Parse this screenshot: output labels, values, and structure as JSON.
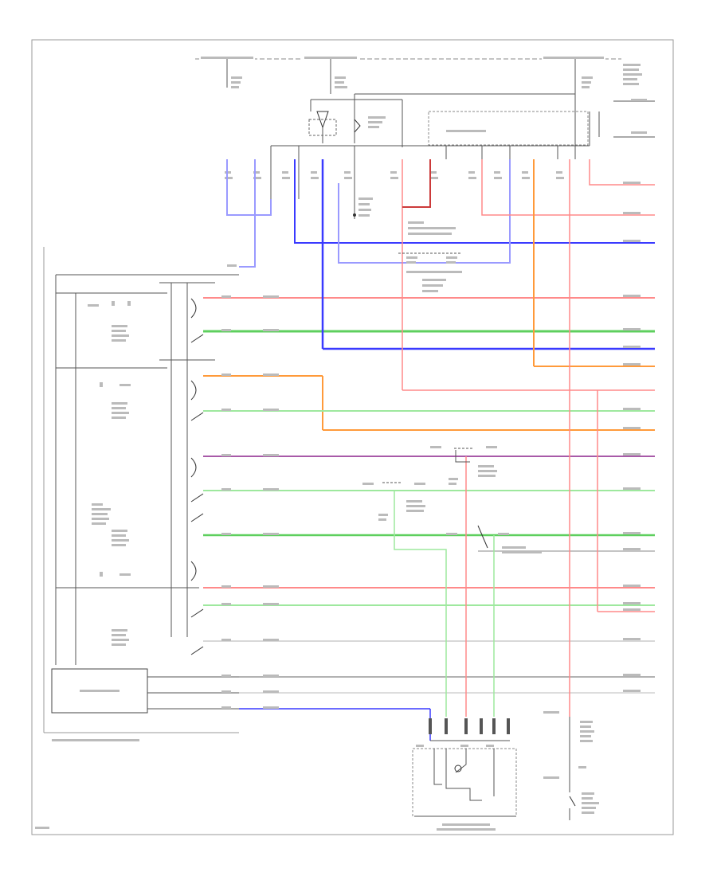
{
  "diagram": {
    "wire_colors": {
      "red": "#ff6b6b",
      "pink": "#ff9a9a",
      "blue": "#3a3aff",
      "light_blue": "#9a9aff",
      "green": "#5ecf5e",
      "light_green": "#9ee89e",
      "orange": "#ff9a3a",
      "purple": "#7a2a7a",
      "black": "#333333",
      "gray": "#cccccc"
    },
    "components": [
      {
        "id": "power-window-master-switch"
      },
      {
        "id": "illumination-module"
      },
      {
        "id": "junction-fuse-block"
      },
      {
        "id": "power-window-relay"
      },
      {
        "id": "right-front-power-window-motor"
      },
      {
        "id": "right-front-door-switch"
      }
    ]
  }
}
